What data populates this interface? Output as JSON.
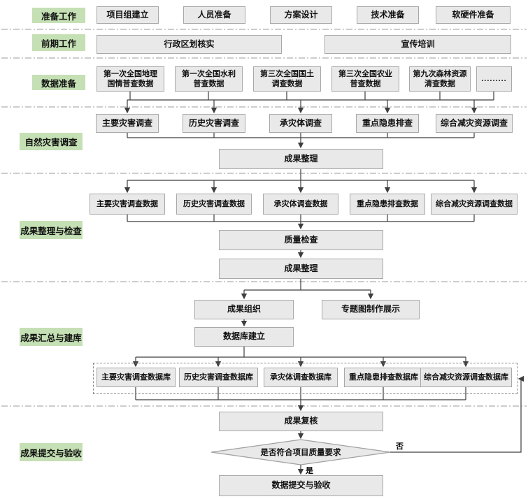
{
  "colors": {
    "lane_label_bg": "#c5e0b4",
    "box_bg": "#e9e9e9",
    "box_border": "#a8a8a8",
    "connector": "#3d3d3d",
    "separator": "#9b9b9b"
  },
  "lanes": [
    {
      "label": "准备工作"
    },
    {
      "label": "前期工作"
    },
    {
      "label": "数据准备"
    },
    {
      "label": "自然灾害调查"
    },
    {
      "label": "成果整理与检查"
    },
    {
      "label": "成果汇总与建库"
    },
    {
      "label": "成果提交与验收"
    }
  ],
  "nodes": {
    "project_setup": "项目组建立",
    "personnel": "人员准备",
    "plan_design": "方案设计",
    "tech_prep": "技术准备",
    "hw_sw_prep": "软硬件准备",
    "admin_verify": "行政区划核实",
    "publicity": "宣传培训",
    "more_dots": ".........",
    "survey_main": "主要灾害调查",
    "survey_hist": "历史灾害调查",
    "survey_bearing": "承灾体调查",
    "survey_hazard": "重点隐患排查",
    "survey_mitig": "综合减灾资源调查",
    "result_sort1": "成果整理",
    "data_main": "主要灾害调查数据",
    "data_hist": "历史灾害调查数据",
    "data_bearing": "承灾体调查数据",
    "data_hazard": "重点隐患排查数据",
    "data_mitig": "综合减灾资源调查数据",
    "quality_check": "质量检查",
    "result_sort2": "成果整理",
    "result_org": "成果组织",
    "thematic_map": "专题图制作展示",
    "db_build": "数据库建立",
    "db_main": "主要灾害调查数据库",
    "db_hist": "历史灾害调查数据库",
    "db_bearing": "承灾体调查数据库",
    "db_hazard": "重点隐患排查数据库",
    "db_mitig": "综合减灾资源调查数据库",
    "result_review": "成果复核",
    "decision": "是否符合项目质量要求",
    "submit": "数据提交与验收"
  },
  "census": {
    "geo": {
      "l1": "第一次全国地理",
      "l2": "国情普查数据"
    },
    "water": {
      "l1": "第一次全国水利",
      "l2": "普查数据"
    },
    "land": {
      "l1": "第三次全国国土",
      "l2": "调查数据"
    },
    "agri": {
      "l1": "第三次全国农业",
      "l2": "普查数据"
    },
    "forest": {
      "l1": "第九次森林资源",
      "l2": "清查数据"
    }
  },
  "edge_labels": {
    "yes": "是",
    "no": "否"
  }
}
